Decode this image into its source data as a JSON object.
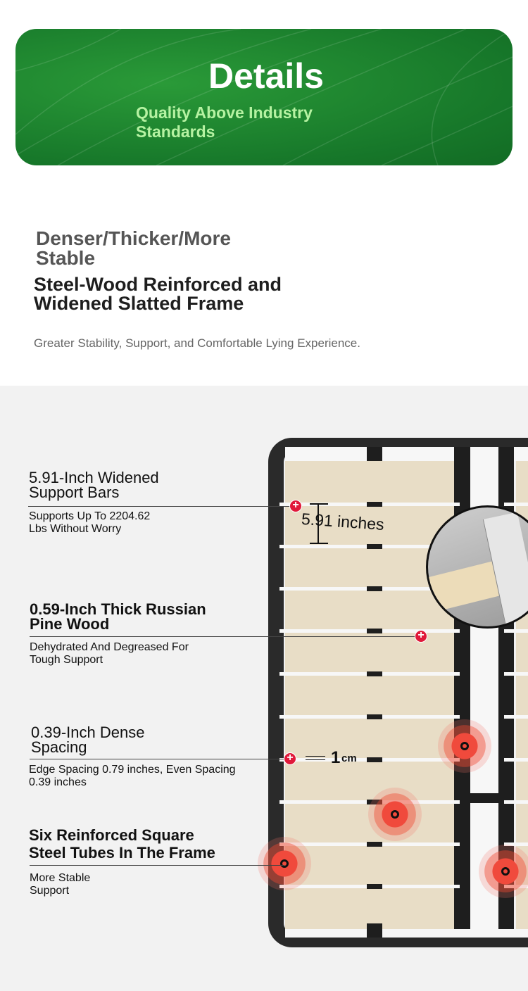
{
  "banner": {
    "title": "Details",
    "subtitle": "Quality Above Industry Standards"
  },
  "intro": {
    "tagline": "Denser/Thicker/More Stable",
    "heading": "Steel-Wood Reinforced and Widened Slatted Frame",
    "description": "Greater Stability, Support, and Comfortable Lying Experience."
  },
  "callouts": [
    {
      "title": "5.91-Inch Widened Support Bars",
      "desc": "Supports Up To 2204.62 Lbs Without Worry"
    },
    {
      "title": "0.59-Inch Thick Russian Pine Wood",
      "desc": "Dehydrated And Degreased For Tough Support"
    },
    {
      "title": "0.39-Inch Dense Spacing",
      "desc": "Edge Spacing 0.79 inches, Even Spacing 0.39 inches"
    },
    {
      "title": "Six Reinforced Square Steel Tubes In The Frame",
      "desc": "More Stable Support"
    }
  ],
  "measurements": {
    "slat_width": "5.91 inches",
    "gap_value": "1",
    "gap_unit": "cm"
  },
  "colors": {
    "banner_green": "#1e8a2e",
    "accent_red": "#e0193a",
    "subtitle_green": "#b6f2a2"
  }
}
